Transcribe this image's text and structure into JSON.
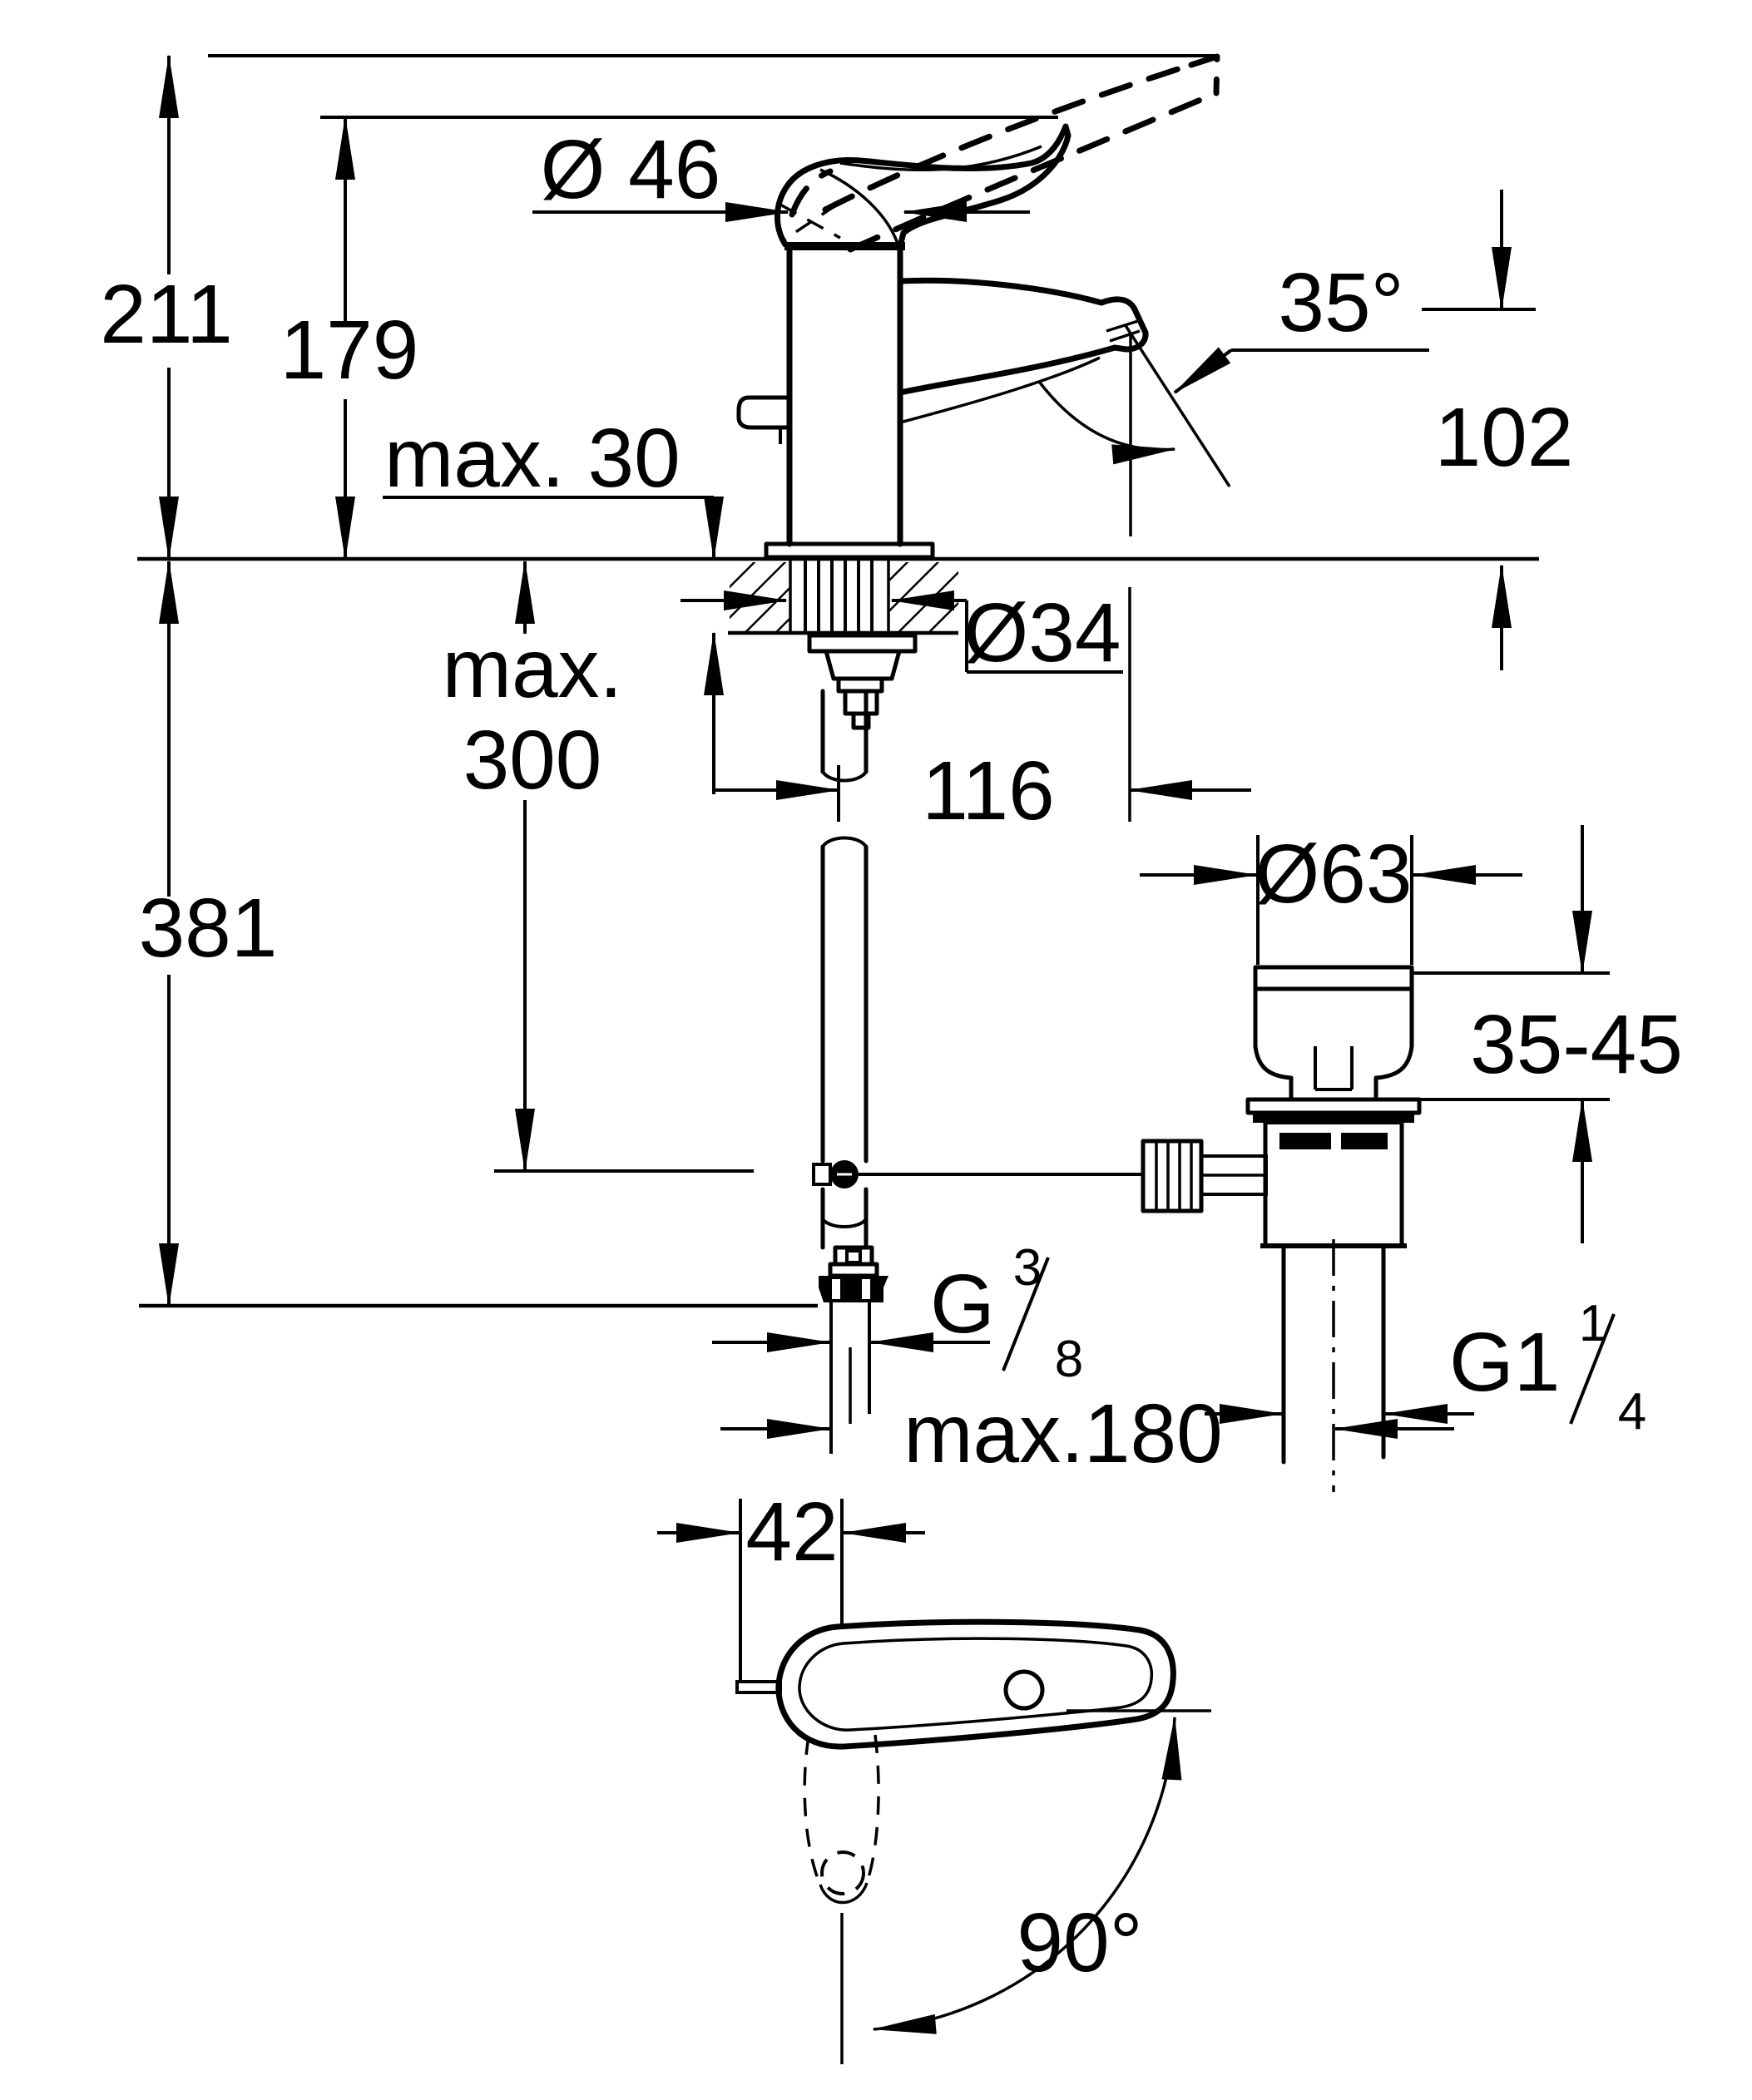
{
  "drawing": {
    "title": "Basin mixer installation dimension drawing",
    "views": {
      "front_view": "single-lever basin mixer on countertop with supply hose and pop-up waste",
      "plan_view": "lever handle swing range"
    },
    "colors": {
      "line": "#000000",
      "background": "#ffffff"
    }
  },
  "labels": {
    "h211": "211",
    "h179": "179",
    "d46": "Ø 46",
    "a35": "35°",
    "h102": "102",
    "max30": "max. 30",
    "d34": "Ø34",
    "r116": "116",
    "h381": "381",
    "max300_line1": "max.",
    "max300_line2": "300",
    "d63": "Ø63",
    "r3545": "35-45",
    "g38_main": "G",
    "g38_num": "3",
    "g38_den": "8",
    "max180": "max.180",
    "g114_main": "G1",
    "g114_num": "1",
    "g114_den": "4",
    "w42": "42",
    "a90": "90°"
  }
}
